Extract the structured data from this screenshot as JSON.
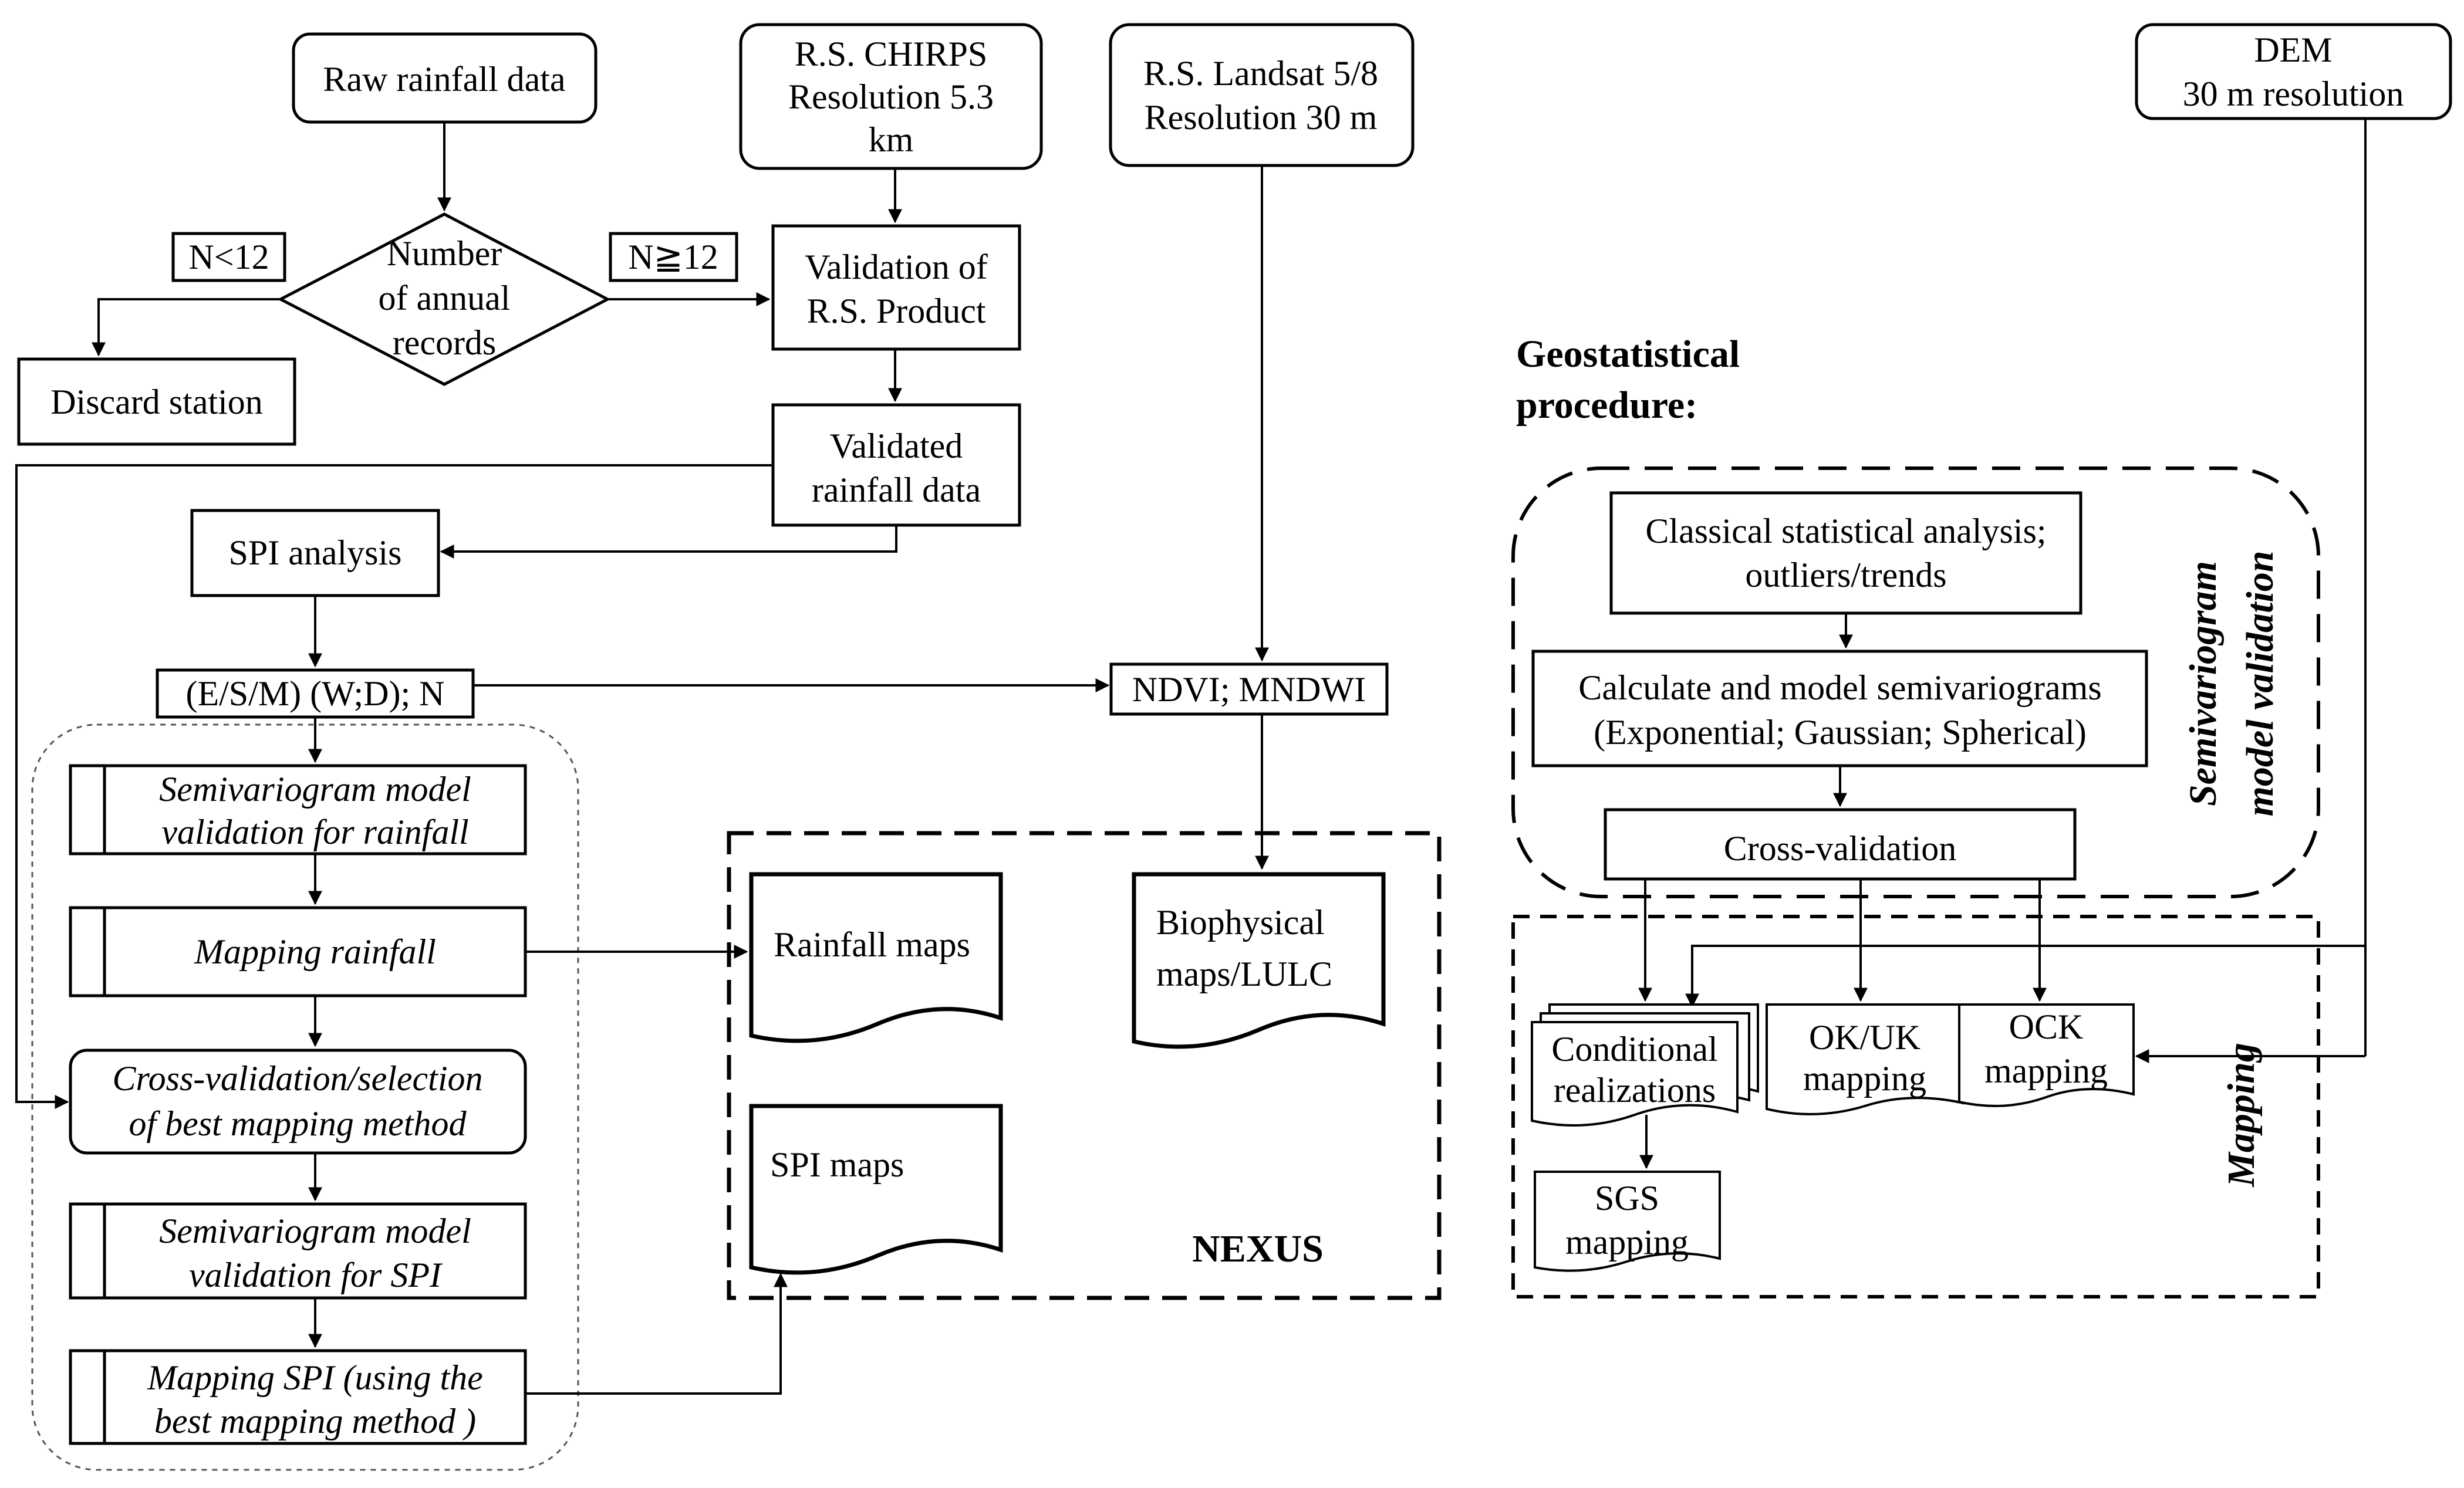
{
  "inputs": {
    "raw_rainfall": "Raw rainfall data",
    "chirps": [
      "R.S. CHIRPS",
      "Resolution 5.3",
      "km"
    ],
    "landsat": [
      "R.S. Landsat 5/8",
      "Resolution 30 m"
    ],
    "dem": [
      "DEM",
      "30 m resolution"
    ]
  },
  "decision": {
    "text": [
      "Number",
      "of annual",
      "records"
    ],
    "left_label": "N<12",
    "right_label": "N≧12"
  },
  "discard_station": "Discard station",
  "validation_product": [
    "Validation of",
    "R.S. Product"
  ],
  "validated_rainfall": [
    "Validated",
    "rainfall data"
  ],
  "spi_analysis": "SPI analysis",
  "spi_output": "(E/S/M) (W;D); N",
  "ndvi": "NDVI; MNDWI",
  "subprocesses": {
    "semivar_rainfall": [
      "Semivariogram model",
      "validation for rainfall"
    ],
    "mapping_rainfall": "Mapping rainfall",
    "cross_validation_selection": [
      "Cross-validation/selection",
      "of best mapping method"
    ],
    "semivar_spi": [
      "Semivariogram model",
      "validation for SPI"
    ],
    "mapping_spi": [
      "Mapping SPI (using the",
      "best mapping method )"
    ]
  },
  "nexus": {
    "label": "NEXUS",
    "rainfall_maps": "Rainfall maps",
    "biophysical_maps": [
      "Biophysical",
      "maps/LULC"
    ],
    "spi_maps": "SPI maps"
  },
  "geostat": {
    "title": [
      "Geostatistical",
      "procedure:"
    ],
    "classical": [
      "Classical  statistical  analysis;",
      "outliers/trends"
    ],
    "semivariograms": [
      "Calculate  and  model  semivariograms",
      "(Exponential;  Gaussian;  Spherical)"
    ],
    "cross_validation": "Cross-validation",
    "semivar_validation_label": [
      "Semivariogram",
      "model validation"
    ],
    "mapping_label": "Mapping",
    "conditional": [
      "Conditional",
      "realizations"
    ],
    "okuk": [
      "OK/UK",
      "mapping"
    ],
    "ock": [
      "OCK",
      "mapping"
    ],
    "sgs": [
      "SGS",
      "mapping"
    ]
  }
}
